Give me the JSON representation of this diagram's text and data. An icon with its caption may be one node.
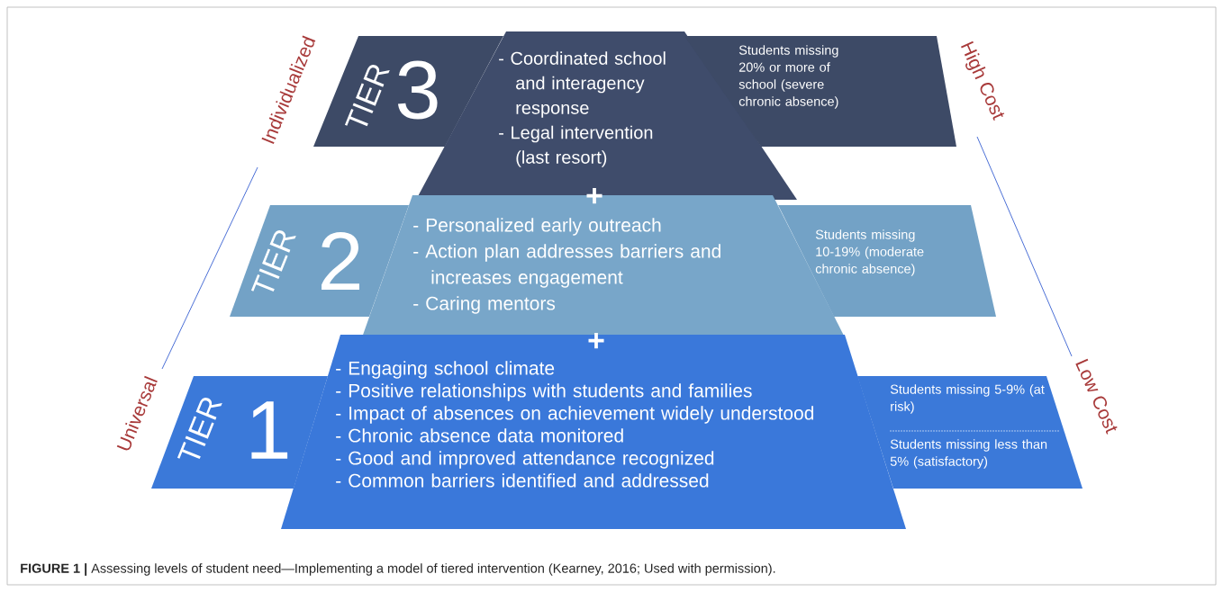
{
  "diagram": {
    "caption": "**FIGURE 1 |** Assessing levels of student need—Implementing a model of tiered intervention (Kearney, 2016; Used with permission).",
    "nodes": [
      {
        "text": [
          "TIER",
          "3"
        ]
      },
      {
        "text": [
          "- Coordinated school and interagency response",
          "- Legal intervention (last resort)"
        ]
      },
      {
        "text": [
          "Students missing 20% or more of school (severe chronic absence)"
        ]
      },
      {
        "text": [
          "TIER",
          "2"
        ]
      },
      {
        "text": [
          "- Personalized early outreach",
          "- Action plan addresses barriers and increases engagement",
          "- Caring mentors"
        ]
      },
      {
        "text": [
          "Students missing 10-19% (moderate chronic absence)"
        ]
      },
      {
        "text": [
          "TIER",
          "1"
        ]
      },
      {
        "text": [
          "- Engaging school climate",
          "- Positive relationships with students and families",
          "- Impact of absences on achievement widely understood",
          "- Chronic absence data monitored",
          "- Good and improved attendance recognized",
          "- Common barriers identified and addressed"
        ]
      },
      {
        "text": [
          "Students missing 5-9% (at risk)",
          "Students missing less than 5% (satisfactory)"
        ]
      }
    ],
    "labels": [
      "Individualized",
      "High Cost",
      "+",
      "+",
      "Universal",
      "Low Cost"
    ]
  }
}
